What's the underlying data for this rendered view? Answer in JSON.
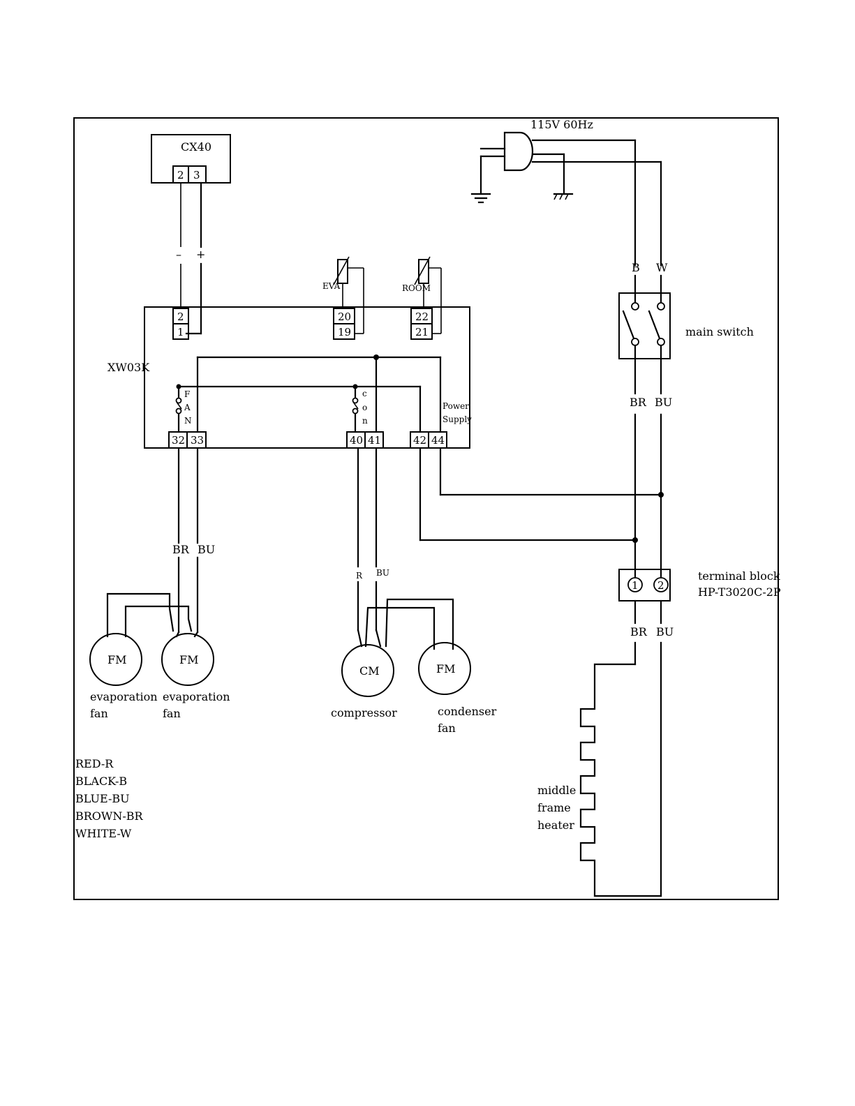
{
  "supply": {
    "label": "115V 60Hz"
  },
  "display": {
    "name": "CX40",
    "pin_a": "2",
    "pin_b": "3",
    "minus": "–",
    "plus": "+"
  },
  "controller": {
    "name": "XW03K",
    "t2": "2",
    "t1": "1",
    "t20": "20",
    "t19": "19",
    "t22": "22",
    "t21": "21",
    "t32": "32",
    "t33": "33",
    "t40": "40",
    "t41": "41",
    "t42": "42",
    "t44": "44",
    "fan_letters": [
      "F",
      "A",
      "N"
    ],
    "con_letters": [
      "c",
      "o",
      "n"
    ],
    "power_supply": [
      "Power",
      "Supply"
    ]
  },
  "probes": {
    "eva": "EVA",
    "room": "ROOM"
  },
  "main_switch": {
    "label": "main switch",
    "in_b": "B",
    "in_w": "W",
    "out_br": "BR",
    "out_bu": "BU"
  },
  "terminal_block": {
    "label_1": "terminal block",
    "label_2": "HP-T3020C-2P",
    "p1": "1",
    "p2": "2",
    "out_br": "BR",
    "out_bu": "BU"
  },
  "fan_wires": {
    "br": "BR",
    "bu": "BU"
  },
  "comp_wires": {
    "r": "R",
    "bu": "BU"
  },
  "evap_fan_1": {
    "symbol": "FM",
    "label": [
      "evaporation",
      "fan"
    ]
  },
  "evap_fan_2": {
    "symbol": "FM",
    "label": [
      "evaporation",
      "fan"
    ]
  },
  "compressor": {
    "symbol": "CM",
    "label": "compressor"
  },
  "condenser_fan": {
    "symbol": "FM",
    "label": [
      "condenser",
      "fan"
    ]
  },
  "heater": {
    "label": [
      "middle",
      "frame",
      "heater"
    ]
  },
  "legend": [
    "RED-R",
    "BLACK-B",
    "BLUE-BU",
    "BROWN-BR",
    "WHITE-W"
  ]
}
